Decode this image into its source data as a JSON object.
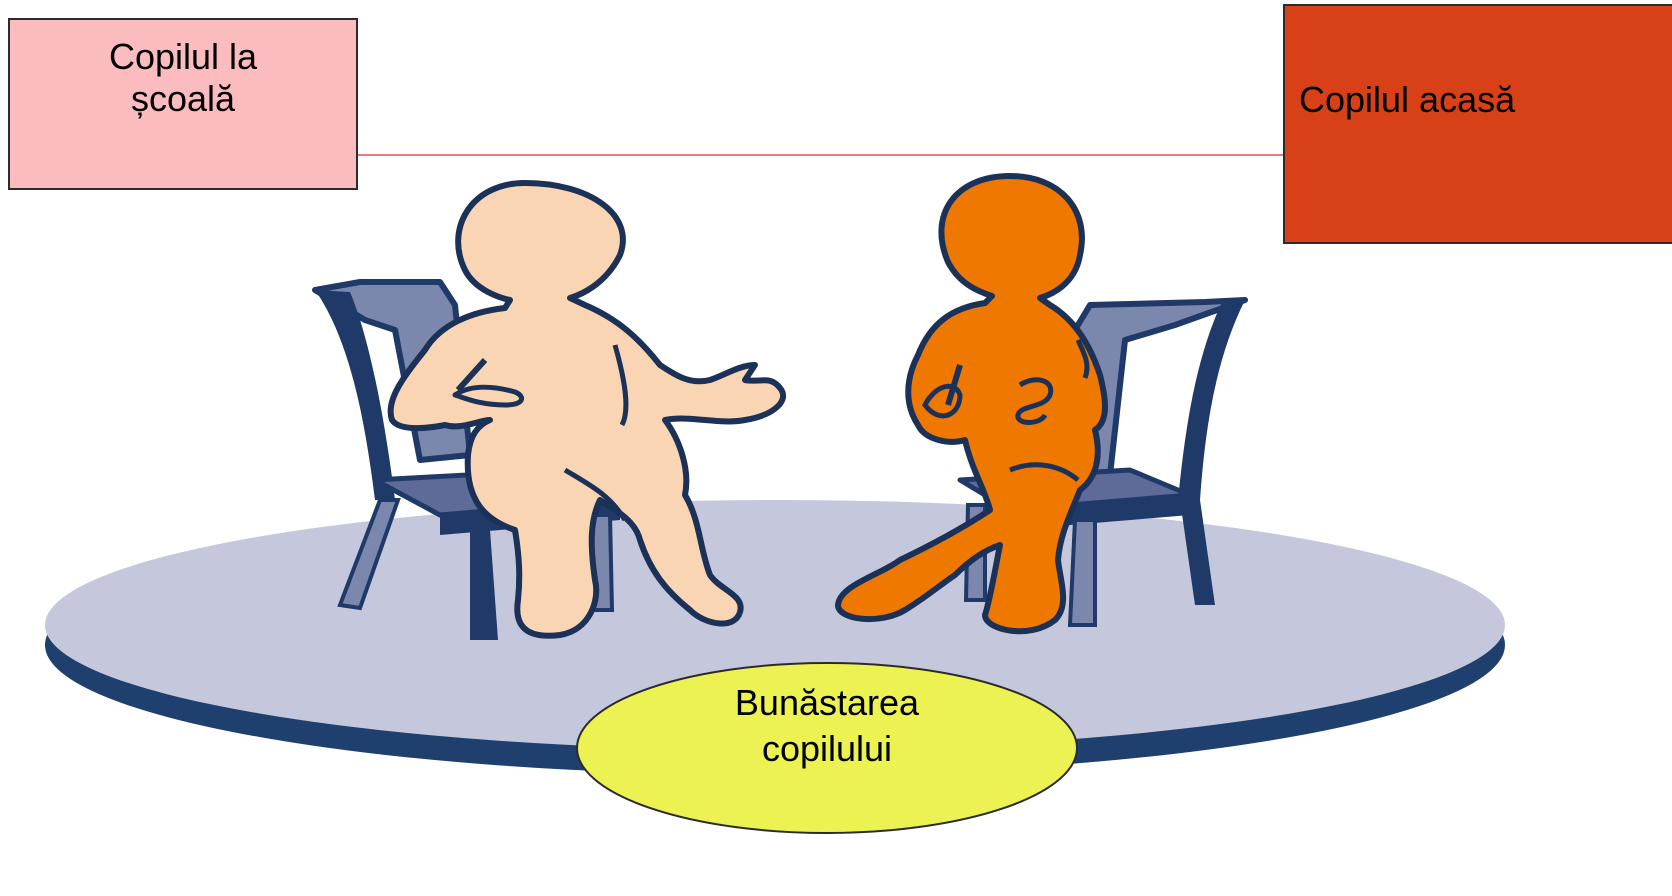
{
  "labels": {
    "school": [
      "Copilul la",
      "școală"
    ],
    "home": "Copilul acasă",
    "wellbeing": [
      "Bunăstarea",
      "copilului"
    ]
  },
  "colors": {
    "school_box": "#fbbcbf",
    "home_box": "#d84018",
    "connector_line": "#e0524a",
    "platform_top": "#c5c8dc",
    "platform_edge": "#1f3f6e",
    "chair_light": "#7c87ae",
    "chair_dark": "#1f3a68",
    "person_left": "#f9d5b4",
    "person_right": "#ef7800",
    "person_outline": "#1b3158",
    "wellbeing_ellipse": "#ecf251"
  },
  "icons": {
    "left_figure": "seated-person-gesturing-icon",
    "right_figure": "seated-person-listening-icon",
    "chair": "chair-icon"
  }
}
